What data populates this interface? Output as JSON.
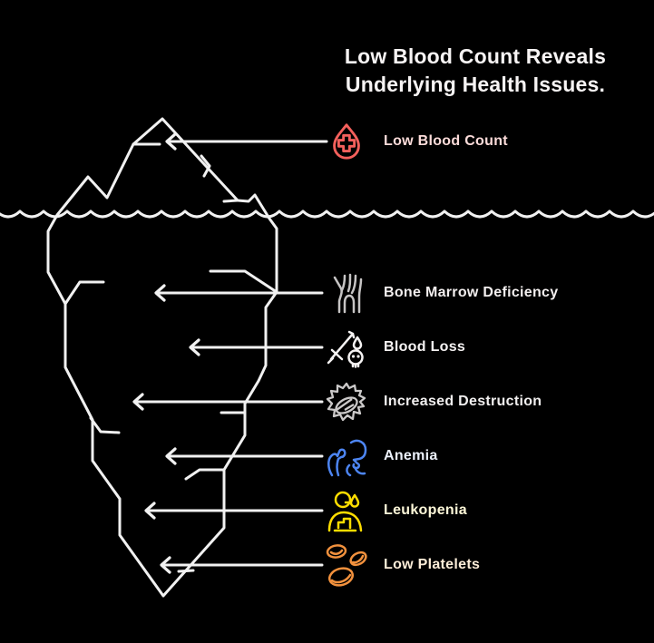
{
  "title": {
    "line1": "Low Blood Count Reveals",
    "line2": "Underlying Health Issues."
  },
  "diagram": {
    "description": "iceberg with waterline and left-pointing arrows",
    "line_color": "#f1f1f1",
    "background_color": "#000000"
  },
  "surface_item": {
    "label": "Low Blood Count",
    "icon": "blood-drop-cross-icon",
    "icon_color": "#f4605c",
    "label_color": "#fcdcda"
  },
  "underwater_items": [
    {
      "label": "Bone Marrow Deficiency",
      "icon": "bone-marrow-icon",
      "icon_color": "#c6c4c4",
      "label_color": "#f3efef"
    },
    {
      "label": "Blood Loss",
      "icon": "sword-skull-icon",
      "icon_color": "#f5f3f3",
      "label_color": "#f6f3f3"
    },
    {
      "label": "Increased Destruction",
      "icon": "burst-cell-icon",
      "icon_color": "#cbc9c9",
      "label_color": "#f1efef"
    },
    {
      "label": "Anemia",
      "icon": "weak-person-icon",
      "icon_color": "#4d85f2",
      "label_color": "#edf2fc"
    },
    {
      "label": "Leukopenia",
      "icon": "person-drop-icon",
      "icon_color": "#ffdd00",
      "label_color": "#fdf7d8"
    },
    {
      "label": "Low Platelets",
      "icon": "blood-cells-icon",
      "icon_color": "#f2913d",
      "label_color": "#fcedd8"
    }
  ]
}
